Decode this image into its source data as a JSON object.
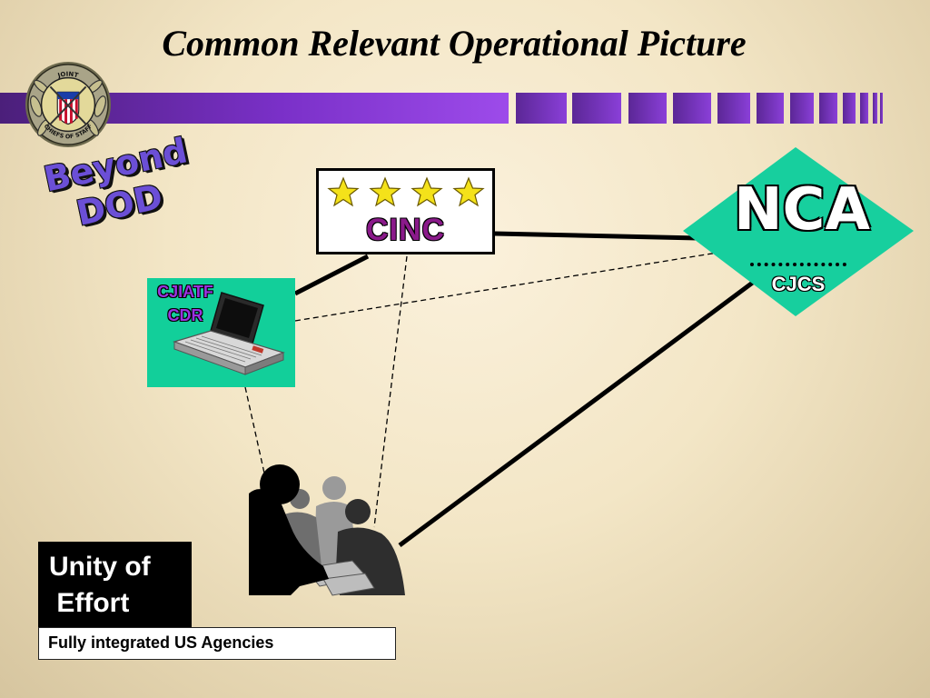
{
  "slide": {
    "title": "Common Relevant Operational Picture",
    "beyond_label": "Beyond\nDOD",
    "seal_text_top": "JOINT",
    "seal_text_bottom": "CHIEFS OF STAFF"
  },
  "nodes": {
    "cinc": {
      "label": "CINC",
      "stars": 4
    },
    "cjiatf": {
      "label": "CJIATF\nCDR",
      "icon": "laptop-icon"
    },
    "nca": {
      "label": "NCA",
      "sub_label": "CJCS",
      "icon": "diamond"
    },
    "people": {
      "icon": "people-silhouette-icon"
    }
  },
  "legend": {
    "unity": "Unity of\n Effort",
    "fully": "Fully integrated US Agencies"
  },
  "colors": {
    "band_purple": "#7a30c8",
    "box_green": "#12cf9a",
    "cinc_text": "#8a1a8a",
    "beyond_text": "#6b4fd6",
    "star": "#f4e21a"
  }
}
